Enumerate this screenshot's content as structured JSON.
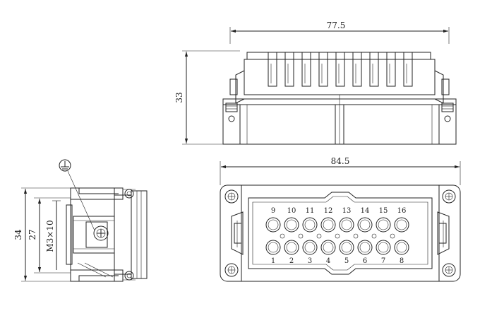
{
  "dimensions": {
    "top_width": "77.5",
    "top_height": "33",
    "front_width": "84.5",
    "side_height_outer": "34",
    "side_height_inner": "27",
    "screw": "M3×10"
  },
  "pins": {
    "top_row": [
      "9",
      "10",
      "11",
      "12",
      "13",
      "14",
      "15",
      "16"
    ],
    "bottom_row": [
      "1",
      "2",
      "3",
      "4",
      "5",
      "6",
      "7",
      "8"
    ]
  },
  "icons": {
    "ground": "ground-symbol-icon"
  }
}
